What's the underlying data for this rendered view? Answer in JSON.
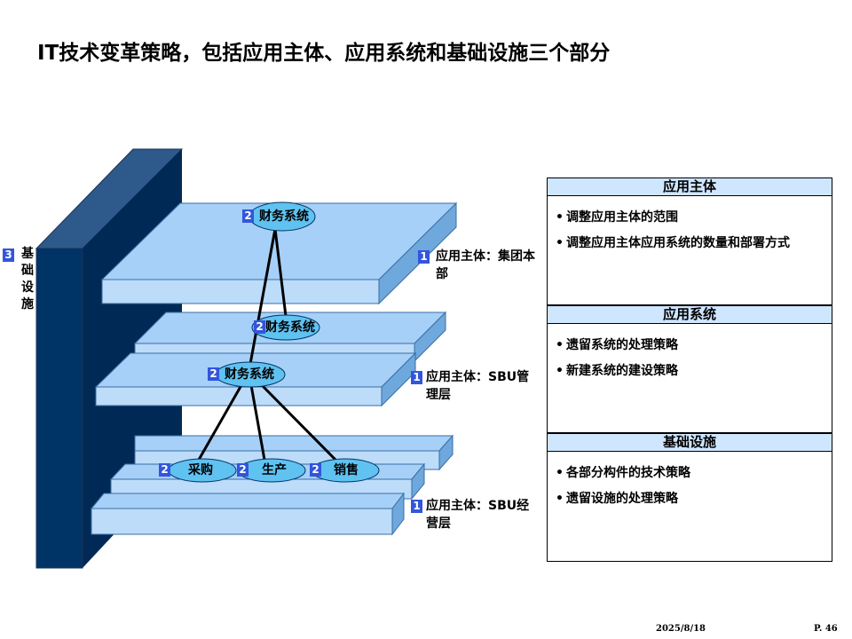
{
  "title": "IT技术变革策略，包括应用主体、应用系统和基础设施三个部分",
  "infrastructure_label": {
    "badge": "3",
    "text": "基础设施"
  },
  "systems": [
    {
      "badge": "2",
      "label": "财务系统"
    },
    {
      "badge": "2",
      "label": "财务系统"
    },
    {
      "badge": "2",
      "label": "财务系统"
    },
    {
      "badge": "2",
      "label": "采购"
    },
    {
      "badge": "2",
      "label": "生产"
    },
    {
      "badge": "2",
      "label": "销售"
    }
  ],
  "layers": [
    {
      "badge": "1",
      "label": "应用主体：集团本部"
    },
    {
      "badge": "1",
      "label": "应用主体：SBU管理层"
    },
    {
      "badge": "1",
      "label": "应用主体：SBU经营层"
    }
  ],
  "boxes": [
    {
      "heading": "应用主体",
      "items": [
        "调整应用主体的范围",
        "调整应用主体应用系统的数量和部署方式"
      ]
    },
    {
      "heading": "应用系统",
      "items": [
        "遗留系统的处理策略",
        "新建系统的建设策略"
      ]
    },
    {
      "heading": "基础设施",
      "items": [
        "各部分构件的技术策略",
        "遗留设施的处理策略"
      ]
    }
  ],
  "footer": {
    "date": "2025/8/18",
    "page": "P. 46"
  },
  "colors": {
    "wall_front": "#003366",
    "wall_dark": "#002a55",
    "slab_top": "#a6d0f7",
    "slab_side": "#6fa8dc",
    "ellipse": "#5fc2f0",
    "badge": "#3355dd",
    "box_heading": "#cfe6ff"
  }
}
